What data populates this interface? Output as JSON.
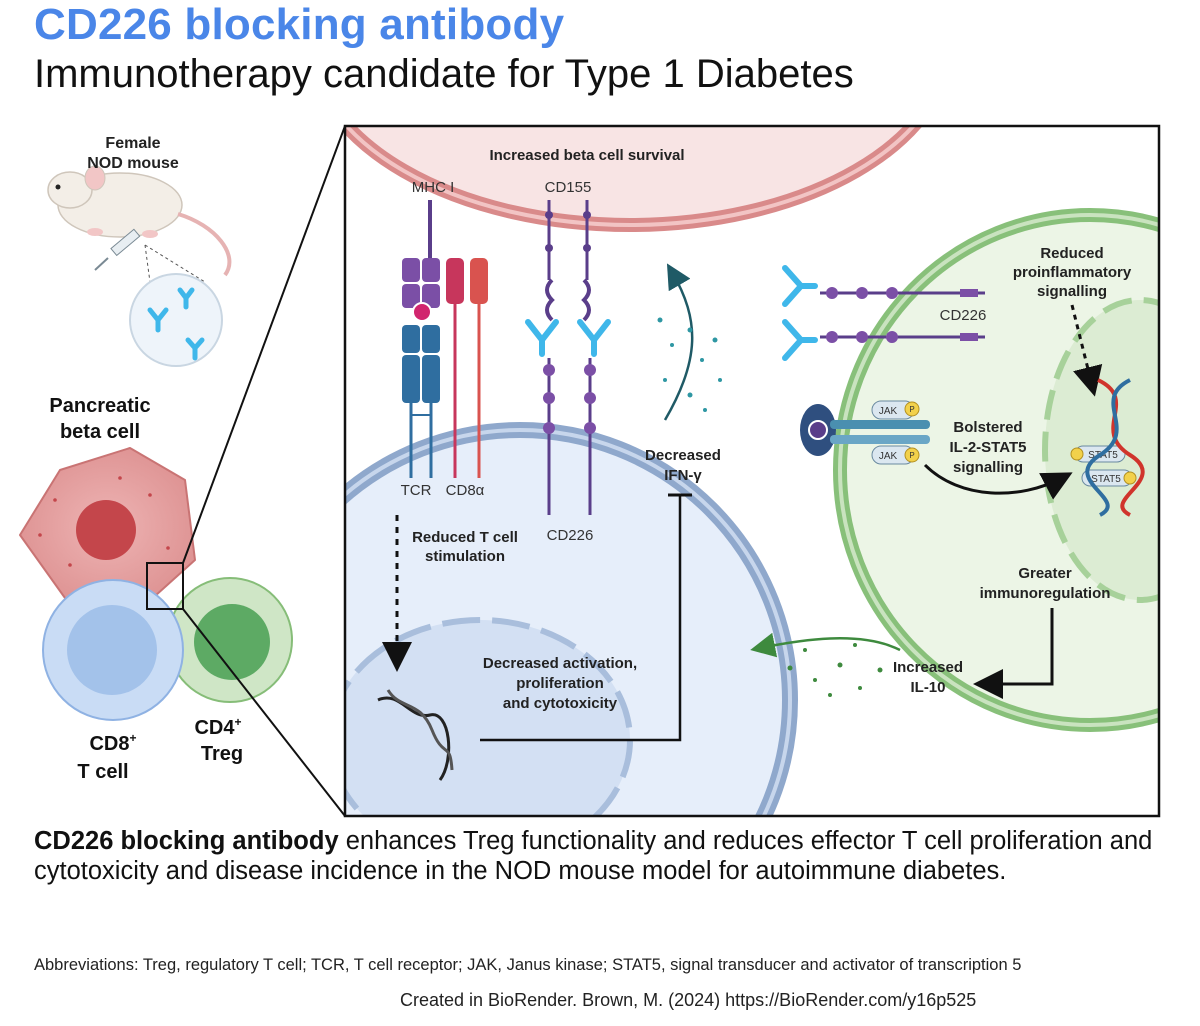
{
  "title": "CD226 blocking antibody",
  "subtitle": "Immunotherapy candidate for Type 1 Diabetes",
  "left": {
    "mouse_label_1": "Female",
    "mouse_label_2": "NOD mouse",
    "beta_label_1": "Pancreatic",
    "beta_label_2": "beta cell",
    "cd8_label_1": "CD8",
    "cd8_sup": "+",
    "cd8_label_2": "T cell",
    "cd4_label_1": "CD4",
    "cd4_sup": "+",
    "cd4_label_2": "Treg"
  },
  "panel": {
    "beta_survival": "Increased beta cell survival",
    "mhc": "MHC I",
    "cd155": "CD155",
    "tcr": "TCR",
    "cd8a": "CD8α",
    "cd226_left": "CD226",
    "reduced_stim_1": "Reduced T cell",
    "reduced_stim_2": "stimulation",
    "ifn_1": "Decreased",
    "ifn_2": "IFN-γ",
    "activation_1": "Decreased activation,",
    "activation_2": "proliferation",
    "activation_3": "and cytotoxicity",
    "cd226_right": "CD226",
    "proinf_1": "Reduced",
    "proinf_2": "proinflammatory",
    "proinf_3": "signalling",
    "jak": "JAK",
    "il2_1": "Bolstered",
    "il2_2": "IL-2-STAT5",
    "il2_3": "signalling",
    "stat5": "STAT5",
    "p": "P",
    "immuno_1": "Greater",
    "immuno_2": "immunoregulation",
    "il10_1": "Increased",
    "il10_2": "IL-10"
  },
  "caption": {
    "bold": "CD226 blocking antibody",
    "rest": " enhances Treg functionality and reduces effector T cell proliferation and cytotoxicity and disease incidence in the NOD mouse model for autoimmune diabetes."
  },
  "abbreviations": "Abbreviations: Treg, regulatory T cell; TCR, T cell receptor; JAK, Janus kinase; STAT5, signal transducer and activator of transcription 5",
  "credit": "Created in BioRender. Brown, M. (2024) https://BioRender.com/y16p525",
  "colors": {
    "title": "#4a86e8",
    "beta_cell": "#e8a4a4",
    "t_cell": "#dce8f7",
    "treg": "#d5e8cc",
    "antibody": "#5bc8f0",
    "receptor": "#5a3e8a"
  }
}
